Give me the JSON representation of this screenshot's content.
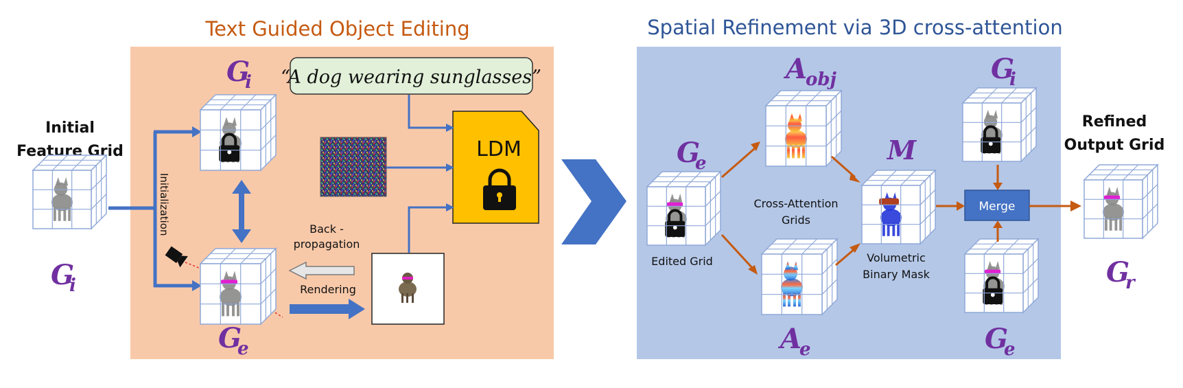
{
  "left_panel": {
    "title": "Text Guided Object Editing",
    "prompt": "“A dog wearing sunglasses”",
    "ldm_label": "LDM",
    "initialization_label": "Initialization",
    "backprop_line1": "Back -",
    "backprop_line2": "propagation",
    "rendering_label": "Rendering"
  },
  "right_panel": {
    "title": "Spatial Refinement via 3D cross-attention",
    "cross_attention_line1": "Cross-Attention",
    "cross_attention_line2": "Grids",
    "edited_grid_label": "Edited Grid",
    "mask_line1": "Volumetric",
    "mask_line2": "Binary Mask",
    "merge_label": "Merge"
  },
  "outer": {
    "initial_line1": "Initial",
    "initial_line2": "Feature Grid",
    "refined_line1": "Refined",
    "refined_line2": "Output Grid"
  },
  "symbols": {
    "G": "G",
    "A": "A",
    "M": "M",
    "sub_i": "i",
    "sub_e": "e",
    "sub_r": "r",
    "sub_obj": "obj"
  },
  "colors": {
    "left_bg": "#f8c9a9",
    "right_bg": "#b4c7e7",
    "left_title": "#c55a11",
    "right_title": "#2f5597",
    "math_purple": "#7030a0",
    "blue_arrow": "#4472c4",
    "orange_arrow": "#c55a11",
    "ldm_fill": "#ffc000",
    "prompt_fill": "#e2f0d9",
    "merge_fill": "#4472c4"
  }
}
